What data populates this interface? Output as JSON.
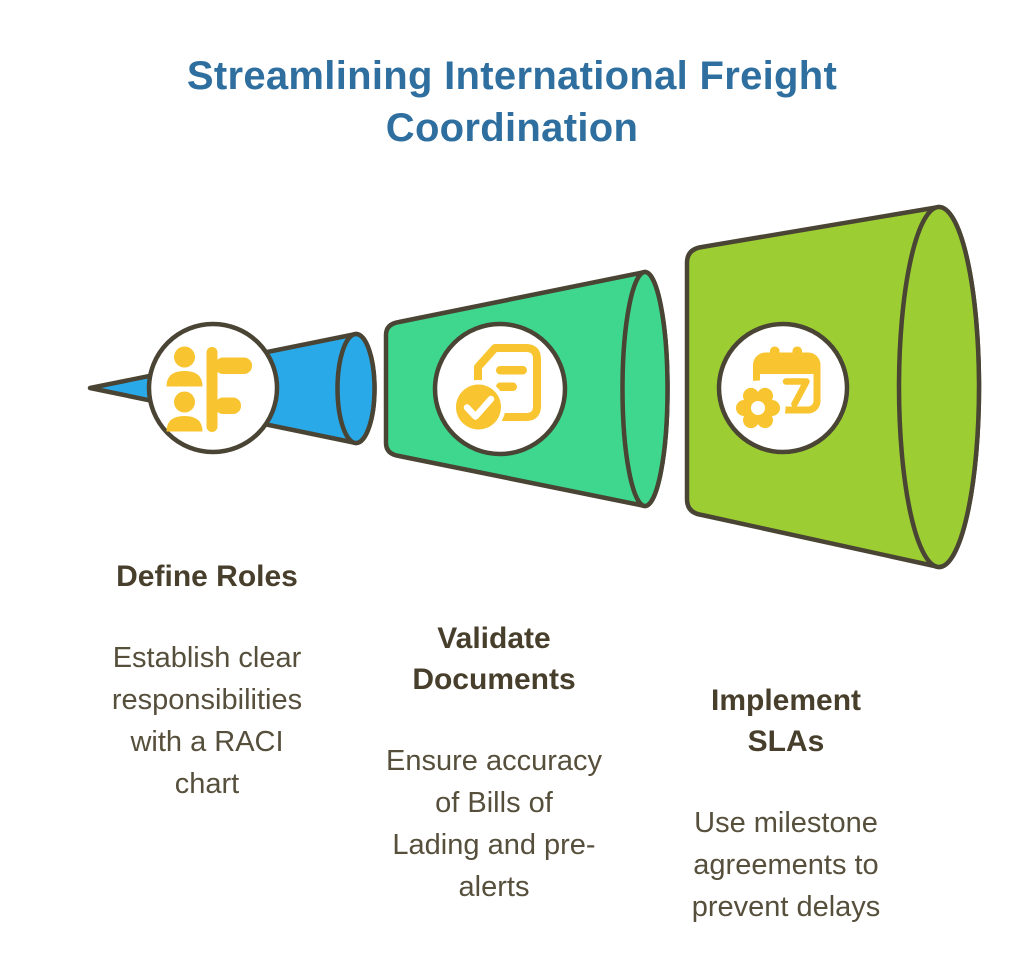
{
  "title": "Streamlining International Freight\nCoordination",
  "colors": {
    "title_text": "#2F6F9F",
    "heading_text": "#473F2C",
    "body_text": "#564F3C",
    "outline": "#4A4435",
    "icon_yellow": "#F8C42F",
    "stage1_blue": "#29A9E8",
    "stage2_green": "#3FD78D",
    "stage3_lime": "#9CCE33",
    "background": "#FFFFFF"
  },
  "stages": [
    {
      "heading": "Define Roles",
      "description": "Establish clear\nresponsibilities\nwith a RACI\nchart",
      "icon": "people-signpost-icon",
      "cone_color": "#29A9E8"
    },
    {
      "heading": "Validate\nDocuments",
      "description": "Ensure accuracy\nof Bills of\nLading and pre-\nalerts",
      "icon": "document-check-icon",
      "cone_color": "#3FD78D"
    },
    {
      "heading": "Implement\nSLAs",
      "description": "Use milestone\nagreements to\nprevent delays",
      "icon": "calendar-gear-icon",
      "cone_color": "#9CCE33"
    }
  ]
}
